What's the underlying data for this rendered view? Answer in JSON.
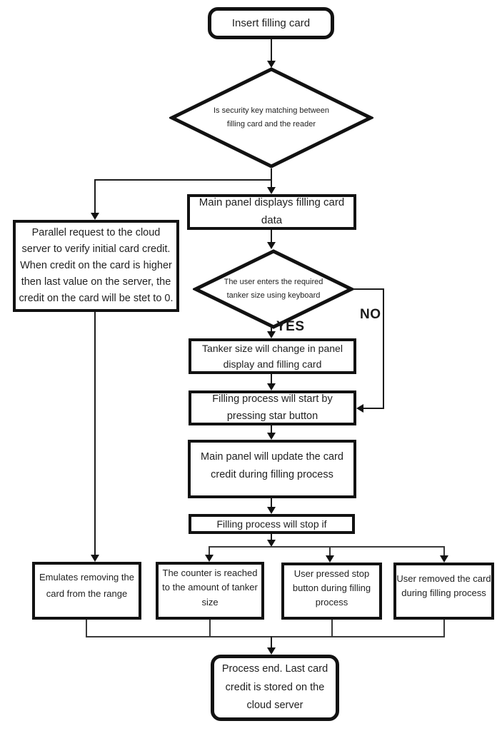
{
  "diagram": {
    "type": "flowchart",
    "colors": {
      "stroke": "#121212",
      "text": "#1f1f1f",
      "background": "#ffffff"
    },
    "nodes": {
      "start": {
        "type": "terminator",
        "label": "Insert filling card"
      },
      "security": {
        "type": "decision",
        "label": "Is security key matching between filling card and the reader"
      },
      "main_panel": {
        "type": "process",
        "label": "Main panel displays filling card data"
      },
      "parallel": {
        "type": "process",
        "label": "Parallel request to the cloud server to verify initial card credit. When credit on the card is higher then last value on the server, the credit on the card will be stet to 0."
      },
      "tanker_entry": {
        "type": "decision",
        "label": "The user enters the required tanker size using keyboard"
      },
      "tanker_change": {
        "type": "process",
        "label": "Tanker size will change in panel display and filling card"
      },
      "fill_start": {
        "type": "process",
        "label": "Filling process will start by pressing star button"
      },
      "panel_update": {
        "type": "process",
        "label": "Main panel will update the card credit during filling process"
      },
      "fill_stop": {
        "type": "process",
        "label": "Filling process will stop if"
      },
      "emulate": {
        "type": "process",
        "label": "Emulates removing the card from the range"
      },
      "counter": {
        "type": "process",
        "label": "The counter is reached to the amount of tanker size"
      },
      "user_stop": {
        "type": "process",
        "label": "User pressed stop button during filling process"
      },
      "user_removed": {
        "type": "process",
        "label": "User removed the card during filling process"
      },
      "end": {
        "type": "terminator",
        "label": "Process end. Last card credit is stored on the cloud server"
      }
    },
    "edge_labels": {
      "yes": "YES",
      "no": "NO"
    }
  }
}
